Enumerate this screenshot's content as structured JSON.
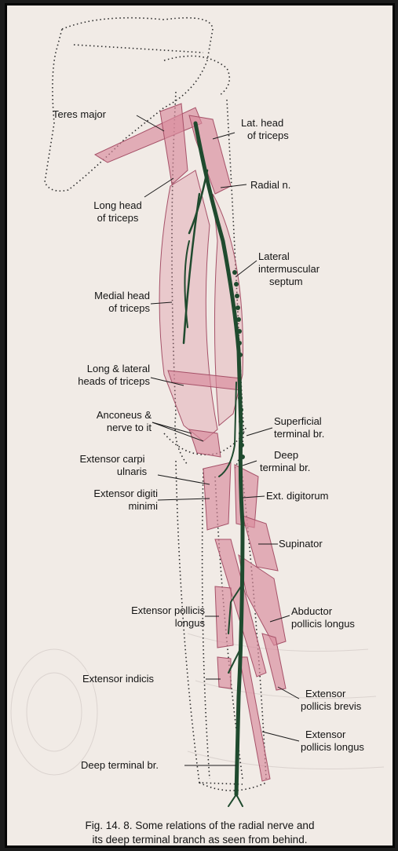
{
  "labels": {
    "teres_major": "Teres major",
    "lat_head_triceps": [
      "Lat. head",
      "of triceps"
    ],
    "radial_n": "Radial n.",
    "long_head_triceps": [
      "Long head",
      "of triceps"
    ],
    "lateral_septum": [
      "Lateral",
      "intermuscular",
      "septum"
    ],
    "medial_head_triceps": [
      "Medial head",
      "of triceps"
    ],
    "long_lateral_heads": [
      "Long & lateral",
      "heads of triceps"
    ],
    "anconeus": [
      "Anconeus &",
      "nerve to it"
    ],
    "superficial_br": [
      "Superficial",
      "terminal br."
    ],
    "deep_br": [
      "Deep",
      "terminal br."
    ],
    "ext_carpi_ulnaris": [
      "Extensor carpi",
      "ulnaris"
    ],
    "ext_digiti_minimi": [
      "Extensor digiti",
      "minimi"
    ],
    "ext_digitorum": "Ext. digitorum",
    "supinator": "Supinator",
    "ext_pollicis_longus_left": [
      "Extensor pollicis",
      "longus"
    ],
    "abductor_pollicis_longus": [
      "Abductor",
      "pollicis longus"
    ],
    "ext_indicis": "Extensor indicis",
    "ext_pollicis_brevis": [
      "Extensor",
      "pollicis brevis"
    ],
    "ext_pollicis_longus_right": [
      "Extensor",
      "pollicis longus"
    ],
    "deep_terminal_br": "Deep terminal br."
  },
  "caption": [
    "Fig. 14. 8. Some relations of the radial nerve and",
    "its deep terminal branch as seen from behind."
  ],
  "colors": {
    "nerve": "#1f4a2e",
    "muscle": "#c9788a",
    "outline": "#2a2a2a",
    "paper": "#f1ebe6"
  }
}
